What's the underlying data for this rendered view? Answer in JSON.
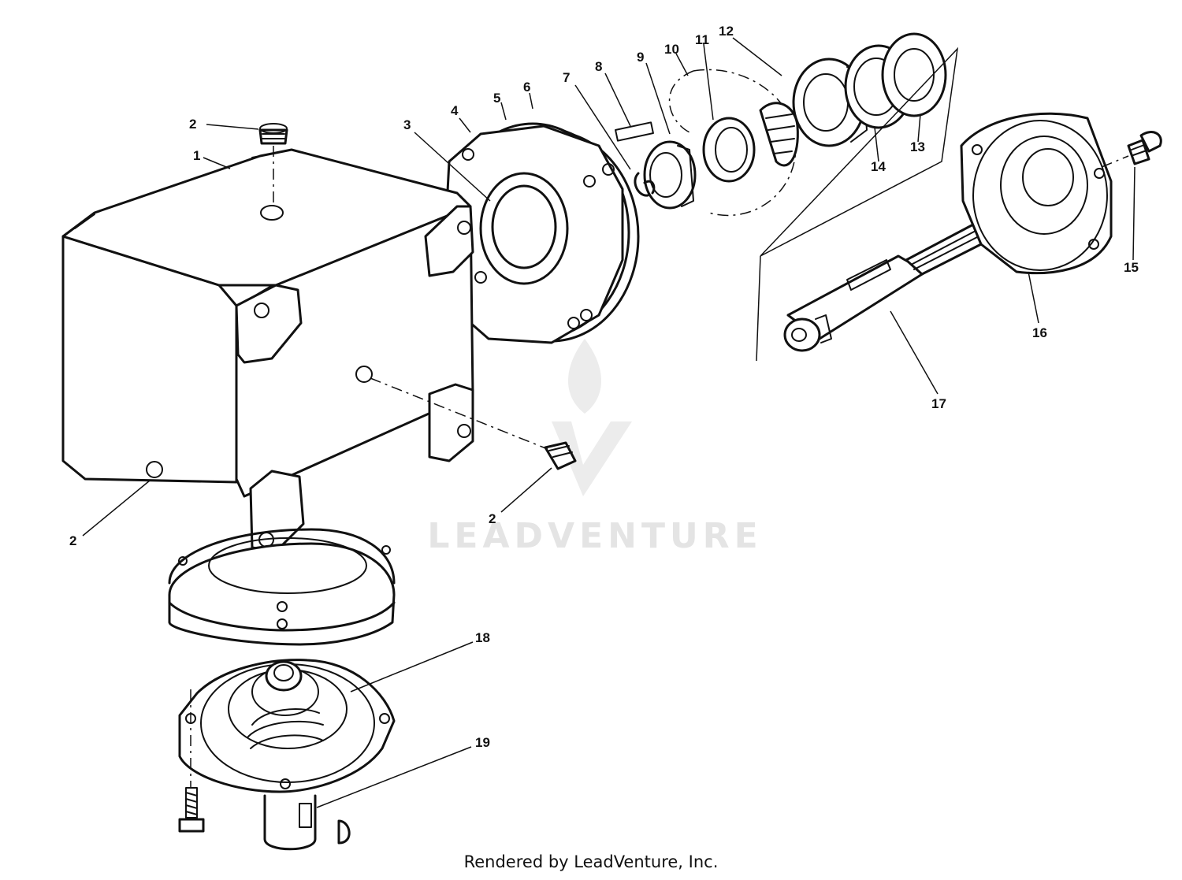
{
  "callouts": [
    {
      "id": "c1",
      "text": "1"
    },
    {
      "id": "c2a",
      "text": "2"
    },
    {
      "id": "c2b",
      "text": "2"
    },
    {
      "id": "c2c",
      "text": "2"
    },
    {
      "id": "c3",
      "text": "3"
    },
    {
      "id": "c4",
      "text": "4"
    },
    {
      "id": "c5",
      "text": "5"
    },
    {
      "id": "c6",
      "text": "6"
    },
    {
      "id": "c7",
      "text": "7"
    },
    {
      "id": "c8",
      "text": "8"
    },
    {
      "id": "c9",
      "text": "9"
    },
    {
      "id": "c10",
      "text": "10"
    },
    {
      "id": "c11",
      "text": "11"
    },
    {
      "id": "c12",
      "text": "12"
    },
    {
      "id": "c13",
      "text": "13"
    },
    {
      "id": "c14",
      "text": "14"
    },
    {
      "id": "c15",
      "text": "15"
    },
    {
      "id": "c16",
      "text": "16"
    },
    {
      "id": "c17",
      "text": "17"
    },
    {
      "id": "c18",
      "text": "18"
    },
    {
      "id": "c19",
      "text": "19"
    }
  ],
  "watermark": "LEADVENTURE",
  "credit": "Rendered by LeadVenture, Inc."
}
